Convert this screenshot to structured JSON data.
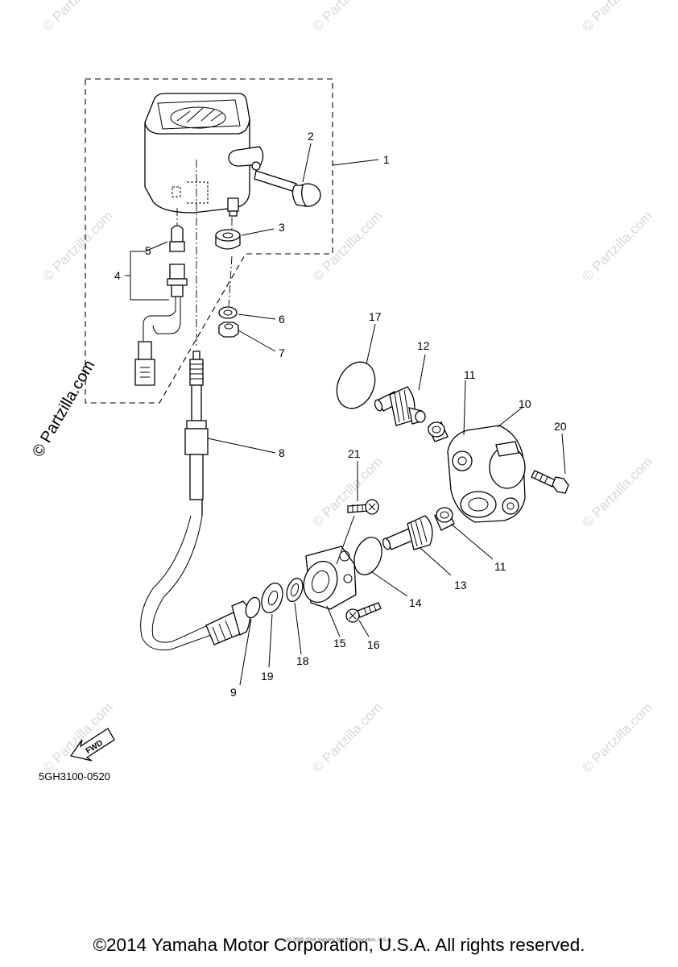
{
  "watermark_text": "© Partzilla.com",
  "diagram_code": "5GH3100-0520",
  "fwd_label": "FWD",
  "copyright": "©2014 Yamaha Motor Corporation, U.S.A. All rights reserved.",
  "small_credit": "(c) 2005-2016 Yamaha Motor Corporation, U.S.A.",
  "callouts": {
    "c1": "1",
    "c2": "2",
    "c3": "3",
    "c4": "4",
    "c5": "5",
    "c6": "6",
    "c7": "7",
    "c8": "8",
    "c9": "9",
    "c10": "10",
    "c11a": "11",
    "c11b": "11",
    "c12": "12",
    "c13": "13",
    "c14": "14",
    "c15": "15",
    "c16": "16",
    "c17": "17",
    "c18": "18",
    "c19": "19",
    "c20": "20",
    "c21": "21"
  }
}
